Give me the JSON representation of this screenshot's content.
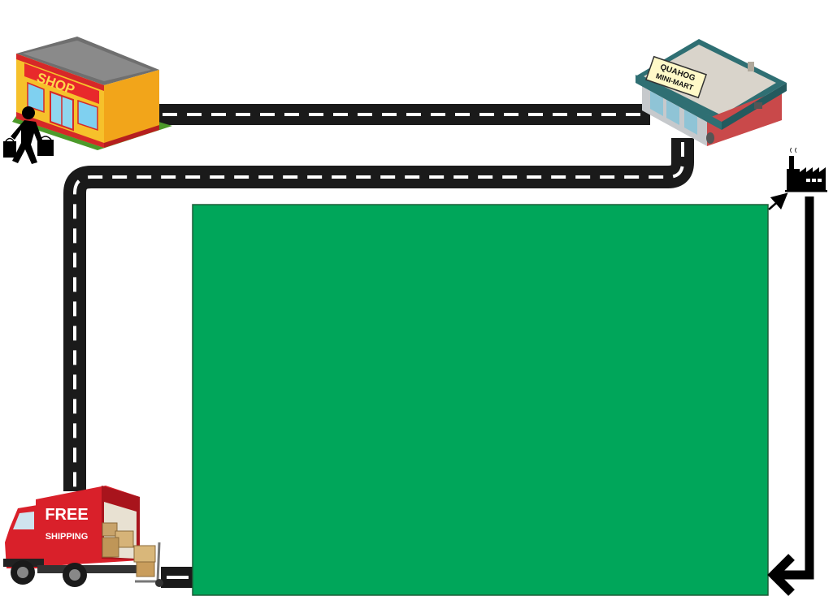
{
  "shop": {
    "sign": "SHOP"
  },
  "minimart": {
    "sign_line1": "QUAHOG",
    "sign_line2": "MINI-MART"
  },
  "truck": {
    "line1": "FREE",
    "line2": "SHIPPING"
  },
  "colors": {
    "road": "#1a1a1a",
    "road_dash": "#ffffff",
    "content_area": "#00a65a",
    "content_border": "#1d5d38",
    "truck_red": "#d9202a",
    "shop_wall": "#f6c12b",
    "minimart_roof": "#2f6f73"
  }
}
